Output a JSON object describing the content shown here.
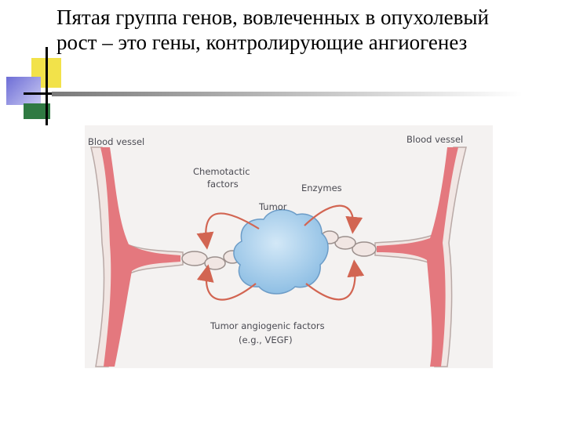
{
  "slide": {
    "title": "Пятая группа генов, вовлеченных в опухолевый рост – это гены, контролирующие ангиогенез"
  },
  "diagram": {
    "labels": {
      "left_vessel": "Blood vessel",
      "right_vessel": "Blood vessel",
      "chemotactic_line1": "Chemotactic",
      "chemotactic_line2": "factors",
      "enzymes": "Enzymes",
      "tumor": "Tumor",
      "angiogenic_line1": "Tumor angiogenic factors",
      "angiogenic_line2": "(e.g., VEGF)"
    },
    "colors": {
      "vessel": "#e4787e",
      "endothelial_cell": "#f1e6e3",
      "tumor": "#a8cce9",
      "arrow": "#d26552"
    }
  }
}
